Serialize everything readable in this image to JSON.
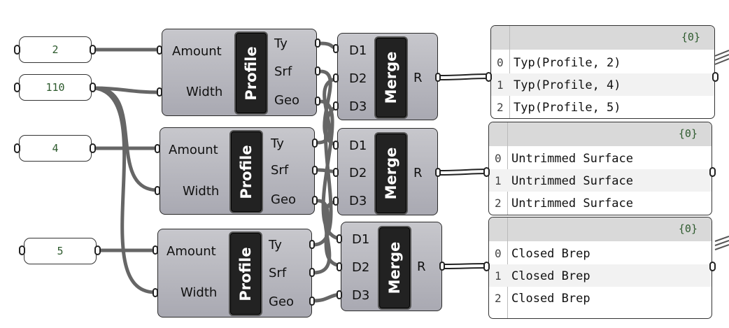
{
  "number_panels": [
    {
      "value": "2"
    },
    {
      "value": "110"
    },
    {
      "value": "4"
    },
    {
      "value": "5"
    }
  ],
  "profile_components": [
    {
      "name": "Profile",
      "inputs": [
        "Amount",
        "Width"
      ],
      "outputs": [
        "Ty",
        "Srf",
        "Geo"
      ]
    },
    {
      "name": "Profile",
      "inputs": [
        "Amount",
        "Width"
      ],
      "outputs": [
        "Ty",
        "Srf",
        "Geo"
      ]
    },
    {
      "name": "Profile",
      "inputs": [
        "Amount",
        "Width"
      ],
      "outputs": [
        "Ty",
        "Srf",
        "Geo"
      ]
    }
  ],
  "merge_components": [
    {
      "name": "Merge",
      "inputs": [
        "D1",
        "D2",
        "D3"
      ],
      "output": "R"
    },
    {
      "name": "Merge",
      "inputs": [
        "D1",
        "D2",
        "D3"
      ],
      "output": "R"
    },
    {
      "name": "Merge",
      "inputs": [
        "D1",
        "D2",
        "D3"
      ],
      "output": "R"
    }
  ],
  "output_panels": [
    {
      "path": "{0}",
      "rows": [
        {
          "index": "0",
          "text": "Typ(Profile, 2)"
        },
        {
          "index": "1",
          "text": "Typ(Profile, 4)"
        },
        {
          "index": "2",
          "text": "Typ(Profile, 5)"
        }
      ]
    },
    {
      "path": "{0}",
      "rows": [
        {
          "index": "0",
          "text": "Untrimmed Surface"
        },
        {
          "index": "1",
          "text": "Untrimmed Surface"
        },
        {
          "index": "2",
          "text": "Untrimmed Surface"
        }
      ]
    },
    {
      "path": "{0}",
      "rows": [
        {
          "index": "0",
          "text": "Closed Brep"
        },
        {
          "index": "1",
          "text": "Closed Brep"
        },
        {
          "index": "2",
          "text": "Closed Brep"
        }
      ]
    }
  ],
  "colors": {
    "canvas": "#ffffff",
    "component_fill": "#b5b5bc",
    "wire": "#666666",
    "panel_text": "#2d5a2d"
  }
}
